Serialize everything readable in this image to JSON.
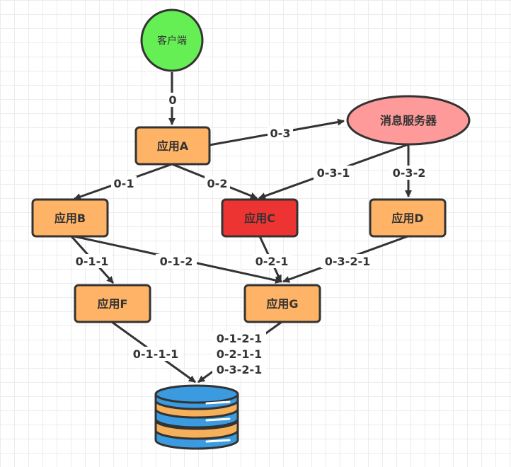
{
  "nodes": {
    "client": "客户端",
    "mq": "消息服务器",
    "a": "应用A",
    "b": "应用B",
    "c": "应用C",
    "d": "应用D",
    "f": "应用F",
    "g": "应用G"
  },
  "edges": {
    "e0": "0",
    "e03": "0-3",
    "e01": "0-1",
    "e02": "0-2",
    "e031": "0-3-1",
    "e032": "0-3-2",
    "e011": "0-1-1",
    "e012": "0-1-2",
    "e021": "0-2-1",
    "e0321": "0-3-2-1",
    "e0111": "0-1-1-1",
    "e0121": "0-1-2-1",
    "e0211": "0-2-1-1",
    "e03211": "0-3-2-1"
  },
  "colors": {
    "client_fill": "#66ee55",
    "mq_fill": "#ff9a9a",
    "app_fill": "#ffb366",
    "app_c_fill": "#ee3333",
    "stroke": "#333333",
    "db_blue": "#3a9be0",
    "db_orange": "#f7b05a"
  },
  "icons": {
    "storage": "database-icon"
  }
}
